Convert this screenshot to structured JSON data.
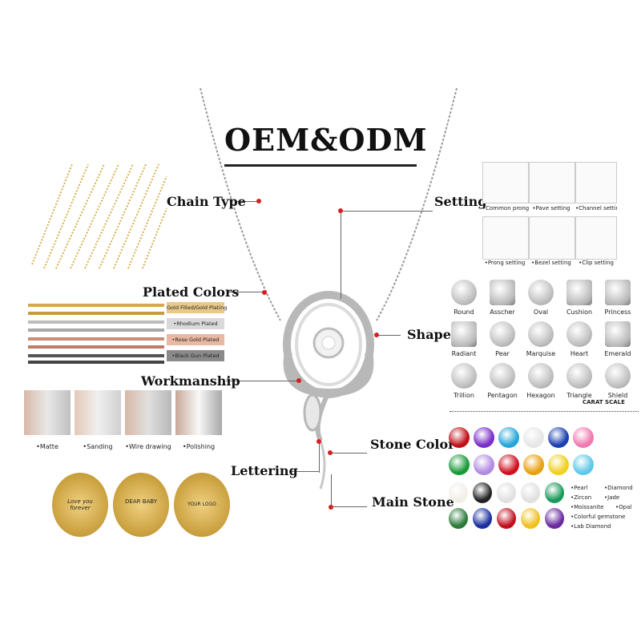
{
  "title": "OEM&ODM",
  "labels": {
    "chain_type": "Chain Type",
    "plated_colors": "Plated Colors",
    "workmanship": "Workmanship",
    "lettering": "Lettering",
    "setting": "Setting",
    "shape": "Shape",
    "stone_color": "Stone Color",
    "main_stone": "Main Stone"
  },
  "plated_colors": [
    {
      "label": "Gold Filled/Gold Plating",
      "color": "#e8c989"
    },
    {
      "label": "•Rhodium Plated",
      "color": "#d9d9d9"
    },
    {
      "label": "•Rose Gold Plated",
      "color": "#e9b8a2"
    },
    {
      "label": "•Black Gun Plated",
      "color": "#8a8a8a"
    }
  ],
  "workmanship": [
    "•Matte",
    "•Sanding",
    "•Wire drawing",
    "•Polishing"
  ],
  "lettering_samples": [
    "Love you forever",
    "DEAR BABY",
    "YOUR LOGO"
  ],
  "settings": [
    "•Common prong",
    "•Pave setting",
    "•Channel setting",
    "•Prong setting",
    "•Bezel setting",
    "•Clip setting"
  ],
  "shapes": [
    "Round",
    "Asscher",
    "Oval",
    "Cushion",
    "Princess",
    "Radiant",
    "Pear",
    "Marquise",
    "Heart",
    "Emerald",
    "Trillion",
    "Pentagon",
    "Hexagon",
    "Triangle",
    "Shield"
  ],
  "carat_scale": "CARAT SCALE",
  "stone_colors_row1": [
    "#c0101a",
    "#7a2fc8",
    "#25a6d8",
    "#e6e6e6",
    "#1a3fb0",
    "#f07ab0"
  ],
  "stone_colors_row2": [
    "#1a9a3a",
    "#b08ae0",
    "#d01020",
    "#e8a010",
    "#f0d020",
    "#60c8e8"
  ],
  "main_stone_list": [
    "•Pearl",
    "•Diamond",
    "•Zircon",
    "•Jade",
    "•Moissanite",
    "•Opal",
    "•Colorful gemstone",
    "•Lab Diamond"
  ],
  "main_stone_colors": [
    "#f2eee8",
    "#222222",
    "#e0e0e0",
    "#e0e0e0",
    "#1a9a5a",
    "#2a7a3a",
    "#1a2fa0",
    "#c01020",
    "#f0c020",
    "#6a2aa0"
  ]
}
